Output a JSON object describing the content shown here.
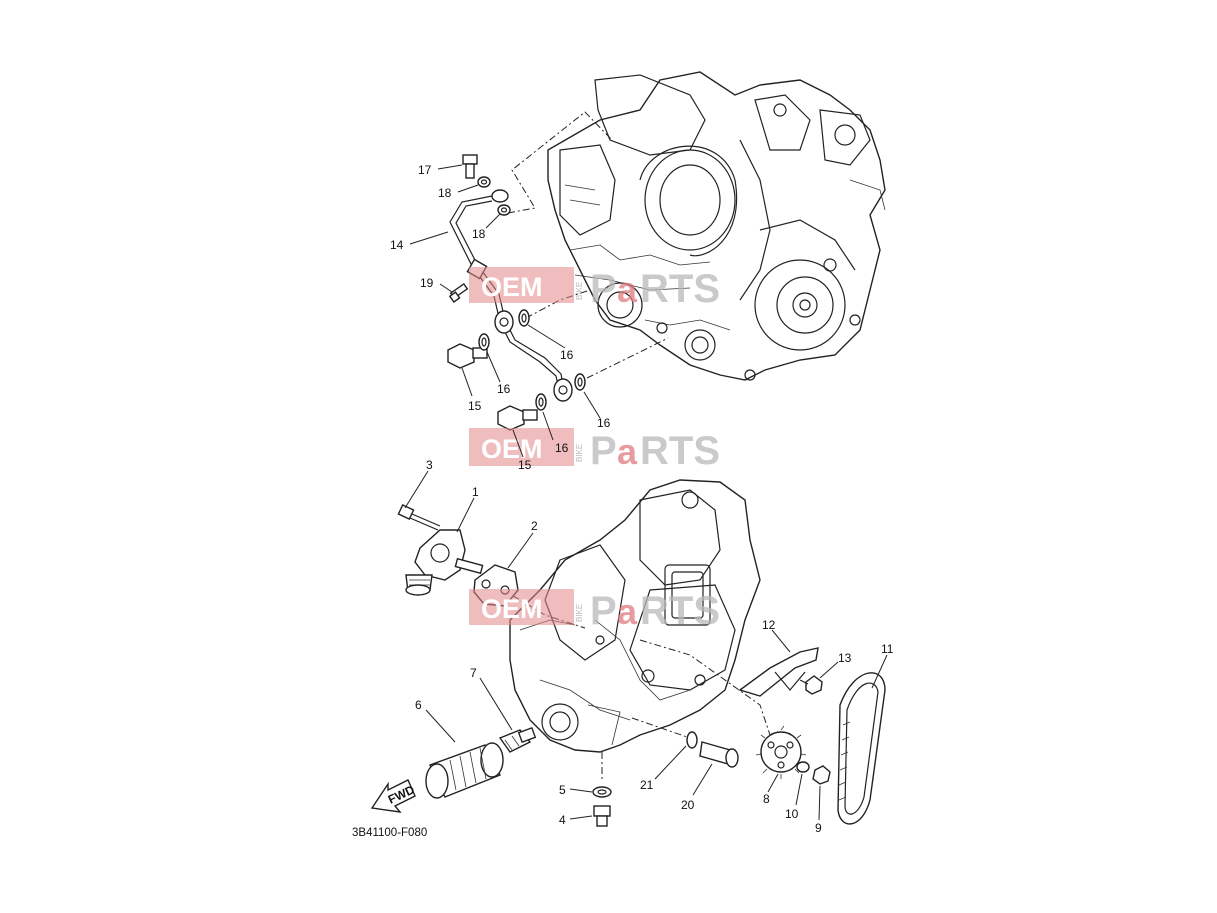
{
  "diagram_code": "3B41100-F080",
  "fwd_label": "FWD",
  "watermark": {
    "oem": "OEM",
    "bike": "BIKE",
    "parts_p": "P",
    "parts_a": "a",
    "parts_rest": "RTS"
  },
  "callouts": {
    "c1": "1",
    "c2": "2",
    "c3": "3",
    "c4": "4",
    "c5": "5",
    "c6": "6",
    "c7": "7",
    "c8": "8",
    "c9": "9",
    "c10": "10",
    "c11": "11",
    "c12": "12",
    "c13": "13",
    "c14": "14",
    "c15a": "15",
    "c15b": "15",
    "c16a": "16",
    "c16b": "16",
    "c16c": "16",
    "c16d": "16",
    "c17": "17",
    "c18a": "18",
    "c18b": "18",
    "c19": "19",
    "c20": "20",
    "c21": "21"
  }
}
